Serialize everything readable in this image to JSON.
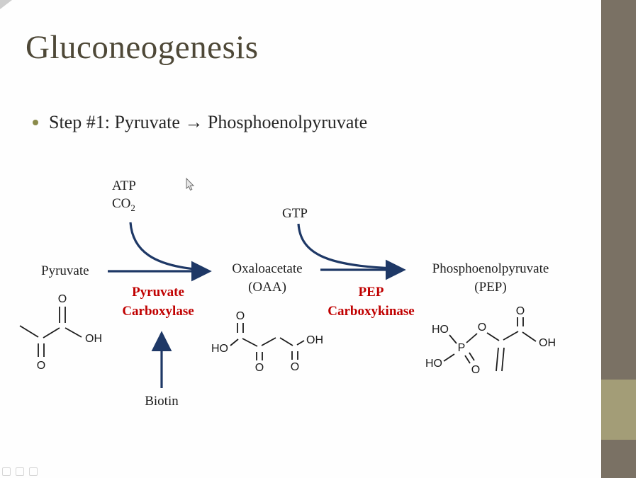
{
  "slide": {
    "title": "Gluconeogenesis",
    "bullet": "Step #1: Pyruvate → Phosphoenolpyruvate"
  },
  "diagram": {
    "cofactor_atp": "ATP",
    "cofactor_co": "CO",
    "cofactor_co_sub": "2",
    "cofactor_gtp": "GTP",
    "substrate_label": "Pyruvate",
    "intermediate_label": "Oxaloacetate",
    "intermediate_abbr": "(OAA)",
    "product_label": "Phosphoenolpyruvate",
    "product_abbr": "(PEP)",
    "enzyme1_line1": "Pyruvate",
    "enzyme1_line2": "Carboxylase",
    "enzyme2_line1": "PEP",
    "enzyme2_line2": "Carboxykinase",
    "biotin_label": "Biotin"
  },
  "structures": {
    "pyruvate": {
      "o_carboxyl": "O",
      "oh": "OH",
      "o_ketone": "O"
    },
    "oxaloacetate": {
      "ho": "HO",
      "o_top": "O",
      "o_bottom_left": "O",
      "o_bottom_right": "O",
      "oh": "OH"
    },
    "pep": {
      "ho_top": "HO",
      "ho_bottom": "HO",
      "p": "P",
      "o_phosphoryl": "O",
      "o_bridge": "O",
      "o_carbonyl": "O",
      "oh": "OH"
    }
  },
  "colors": {
    "arrow": "#1e3866",
    "enzyme_text": "#c00000",
    "title_text": "#4e4837",
    "bullet_dot": "#8a8a4a",
    "sidebar": "#7a7164",
    "sidebar_accent": "#a39d77"
  }
}
